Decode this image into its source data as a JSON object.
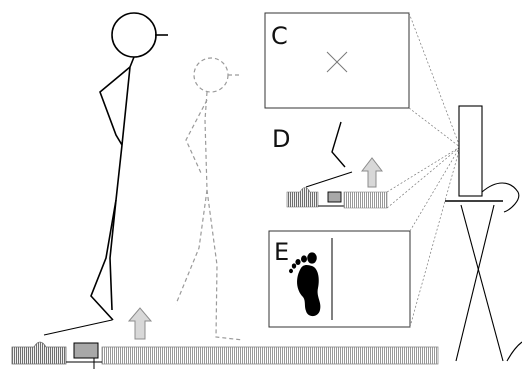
{
  "panels": {
    "c": {
      "label": "C"
    },
    "d": {
      "label": "D"
    },
    "e": {
      "label": "E"
    }
  },
  "colors": {
    "stroke": "#000000",
    "dashed_figure": "#9a9a9a",
    "arrow_fill": "#d8d8d8",
    "mat_hatch": "#8c8c8c",
    "screen_border": "#333333"
  }
}
